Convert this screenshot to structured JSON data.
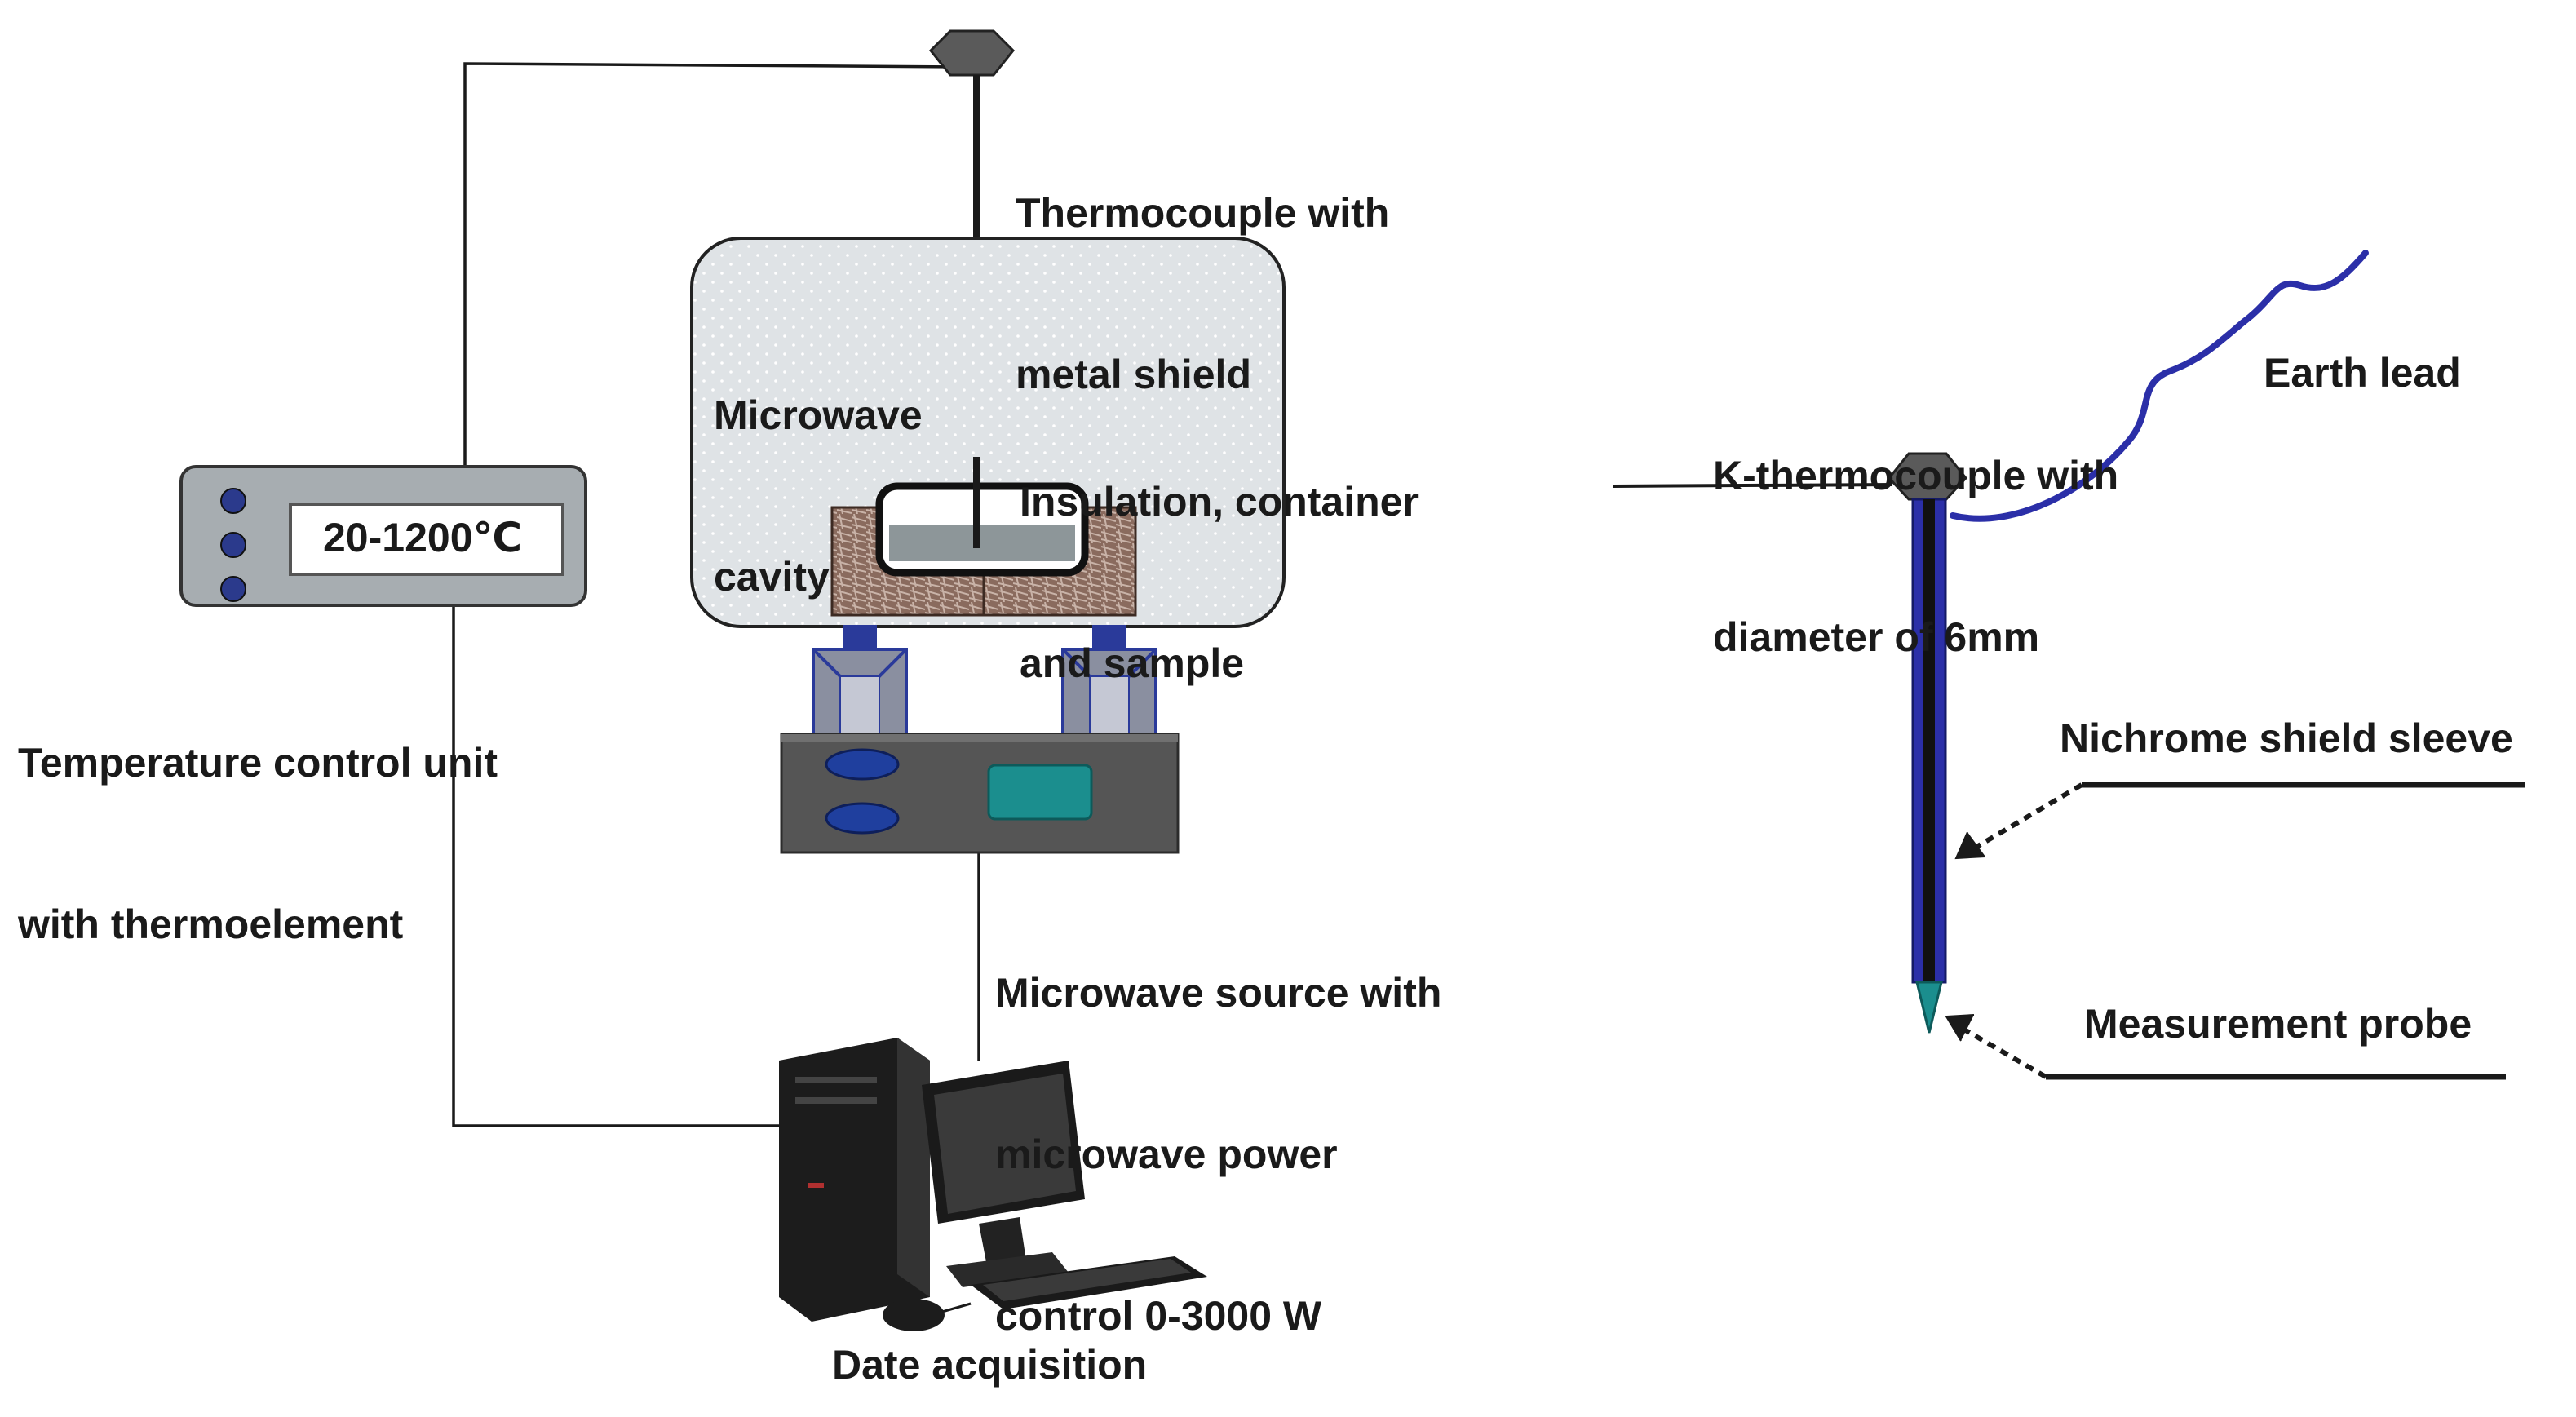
{
  "labels": {
    "thermocouple_shield": [
      "Thermocouple with",
      "metal shield"
    ],
    "microwave_cavity": [
      "Microwave",
      "cavity"
    ],
    "insulation": [
      "Insulation, container",
      "and sample"
    ],
    "temp_control": [
      "Temperature control unit",
      "with thermoelement"
    ],
    "microwave_source": [
      "Microwave source with",
      "microwave power",
      "control 0-3000 W"
    ],
    "data_acquisition": "Date acquisition",
    "k_thermocouple": [
      "K-thermocouple with",
      "diameter of 6mm"
    ],
    "earth_lead": "Earth lead",
    "nichrome_sleeve": "Nichrome shield sleeve",
    "measurement_probe": "Measurement probe"
  },
  "display": {
    "range": "20-1200℃"
  },
  "colors": {
    "wire": "#1a1a1a",
    "cavity_fill": "#dfe3e6",
    "unit_fill": "#a7adb1",
    "unit_button": "#2b3a8c",
    "source_body": "#555555",
    "source_screen": "#1b8e8e",
    "source_knob": "#1f3f9e",
    "horn": "#8a8fa0",
    "horn_support": "#2a3a9a",
    "insulation": "#8a6b5e",
    "earth_lead": "#2b2fa8",
    "probe_sleeve": "#2b2fa8",
    "probe_tip": "#1b8e8e"
  }
}
